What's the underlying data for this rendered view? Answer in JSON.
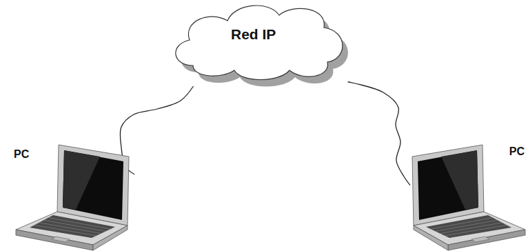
{
  "diagram": {
    "nodes": [
      {
        "text": [
          "Red IP"
        ]
      },
      {
        "text": [
          "PC"
        ]
      },
      {
        "text": [
          "PC"
        ]
      }
    ],
    "edges": [
      {
        "from": 1,
        "to": 0,
        "arrow": "none"
      },
      {
        "from": 2,
        "to": 0,
        "arrow": "none"
      }
    ]
  }
}
